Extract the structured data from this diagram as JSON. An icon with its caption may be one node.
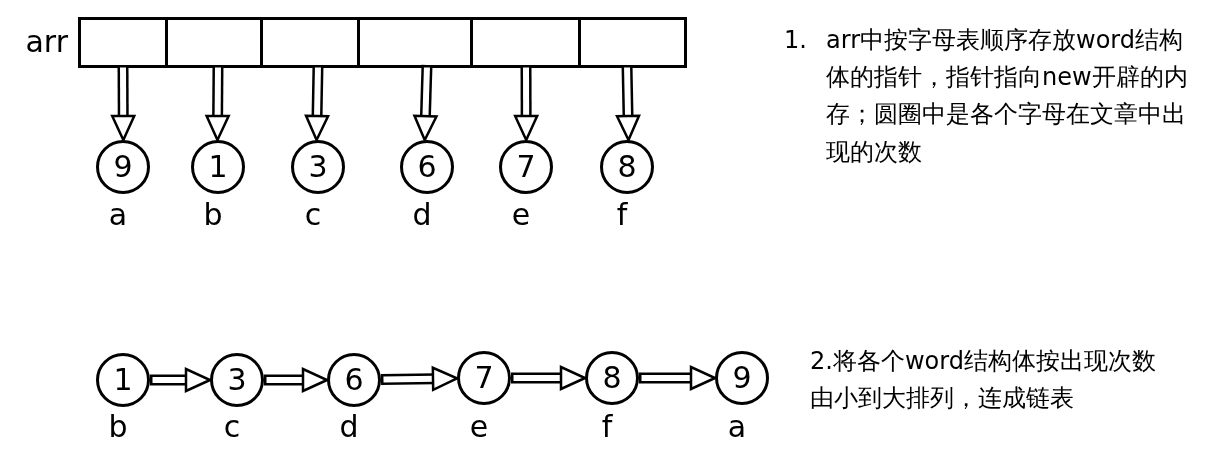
{
  "diagram": {
    "nodes": [
      {
        "text": [],
        "shape": "box",
        "beside": [
          "arr"
        ]
      },
      {
        "text": [],
        "shape": "box",
        "in": 0
      },
      {
        "text": [],
        "shape": "box",
        "in": 0
      },
      {
        "text": [],
        "shape": "box",
        "in": 0
      },
      {
        "text": [],
        "shape": "box",
        "in": 0
      },
      {
        "text": [],
        "shape": "box",
        "in": 0
      },
      {
        "text": [],
        "shape": "box",
        "in": 0
      },
      {
        "text": [
          "9"
        ],
        "beside": [
          "a"
        ]
      },
      {
        "text": [
          "1"
        ],
        "beside": [
          "b"
        ]
      },
      {
        "text": [
          "3"
        ],
        "beside": [
          "c"
        ]
      },
      {
        "text": [
          "6"
        ],
        "beside": [
          "d"
        ]
      },
      {
        "text": [
          "7"
        ],
        "beside": [
          "e"
        ]
      },
      {
        "text": [
          "8"
        ],
        "beside": [
          "f"
        ]
      },
      {
        "text": [
          "1"
        ],
        "beside": [
          "b"
        ]
      },
      {
        "text": [
          "3"
        ],
        "beside": [
          "c"
        ]
      },
      {
        "text": [
          "6"
        ],
        "beside": [
          "d"
        ]
      },
      {
        "text": [
          "7"
        ],
        "beside": [
          "e"
        ]
      },
      {
        "text": [
          "8"
        ],
        "beside": [
          "f"
        ]
      },
      {
        "text": [
          "9"
        ],
        "beside": [
          "a"
        ]
      }
    ],
    "edges": [
      {
        "from": 1,
        "to": 7,
        "arrow": "to"
      },
      {
        "from": 2,
        "to": 8,
        "arrow": "to"
      },
      {
        "from": 3,
        "to": 9,
        "arrow": "to"
      },
      {
        "from": 4,
        "to": 10,
        "arrow": "to"
      },
      {
        "from": 5,
        "to": 11,
        "arrow": "to"
      },
      {
        "from": 6,
        "to": 12,
        "arrow": "to"
      },
      {
        "from": 13,
        "to": 14,
        "arrow": "to"
      },
      {
        "from": 14,
        "to": 15,
        "arrow": "to"
      },
      {
        "from": 15,
        "to": 16,
        "arrow": "to"
      },
      {
        "from": 16,
        "to": 17,
        "arrow": "to"
      },
      {
        "from": 17,
        "to": 18,
        "arrow": "to"
      }
    ],
    "labels": [
      "1.",
      "arr中按字母表顺序存放word结构体的指针，指针指向new开辟的内存；圆圈中是各个字母在文章中出现的次数",
      "2.将各个word结构体按出现次数由小到大排列，连成链表"
    ]
  }
}
